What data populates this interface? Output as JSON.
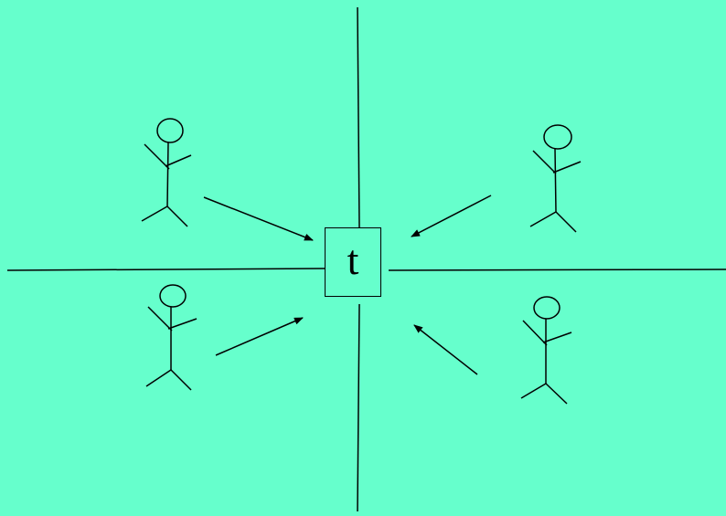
{
  "center": {
    "label": "t"
  },
  "colors": {
    "background": "#66ffcc",
    "stroke": "#000000"
  },
  "figures": [
    {
      "name": "figure-top-left"
    },
    {
      "name": "figure-top-right"
    },
    {
      "name": "figure-bottom-left"
    },
    {
      "name": "figure-bottom-right"
    }
  ]
}
